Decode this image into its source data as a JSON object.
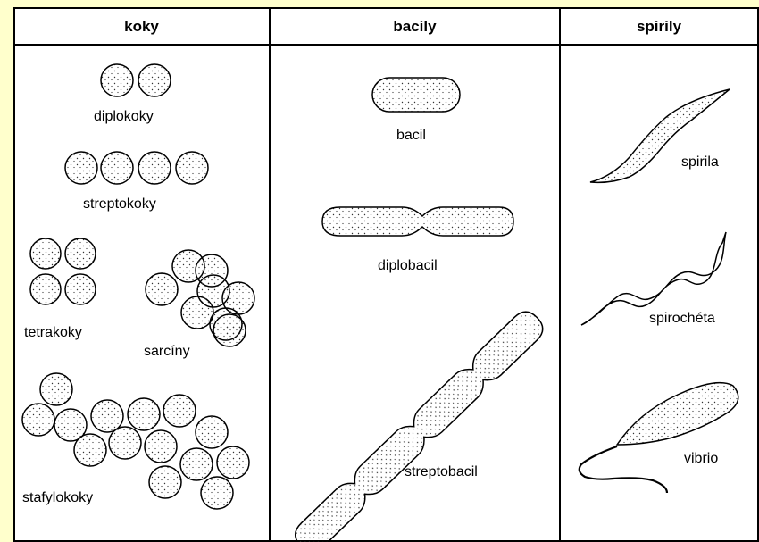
{
  "columns": [
    {
      "title": "koky"
    },
    {
      "title": "bacily"
    },
    {
      "title": "spirily"
    }
  ],
  "labels": {
    "diplokoky": "diplokoky",
    "streptokoky": "streptokoky",
    "tetrakoky": "tetrakoky",
    "sarciny": "sarcíny",
    "stafylokoky": "stafylokoky",
    "bacil": "bacil",
    "diplobacil": "diplobacil",
    "streptobacil": "streptobacil",
    "spirila": "spirila",
    "spirocheta": "spirochéta",
    "vibrio": "vibrio"
  }
}
